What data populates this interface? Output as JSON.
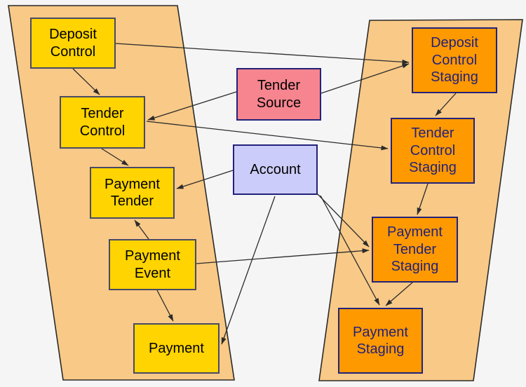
{
  "diagram": {
    "nodes": {
      "deposit_control": {
        "label": "Deposit Control",
        "type": "entity"
      },
      "tender_control": {
        "label": "Tender Control",
        "type": "entity"
      },
      "payment_tender": {
        "label": "Payment Tender",
        "type": "entity"
      },
      "payment_event": {
        "label": "Payment Event",
        "type": "entity"
      },
      "payment": {
        "label": "Payment",
        "type": "entity"
      },
      "tender_source": {
        "label": "Tender Source",
        "type": "reference"
      },
      "account": {
        "label": "Account",
        "type": "reference"
      },
      "deposit_control_staging": {
        "label": "Deposit Control Staging",
        "type": "staging"
      },
      "tender_control_staging": {
        "label": "Tender Control Staging",
        "type": "staging"
      },
      "payment_tender_staging": {
        "label": "Payment Tender Staging",
        "type": "staging"
      },
      "payment_staging": {
        "label": "Payment Staging",
        "type": "staging"
      }
    },
    "edges": [
      {
        "from": "deposit_control",
        "to": "tender_control"
      },
      {
        "from": "deposit_control",
        "to": "deposit_control_staging"
      },
      {
        "from": "tender_source",
        "to": "tender_control"
      },
      {
        "from": "tender_source",
        "to": "deposit_control_staging"
      },
      {
        "from": "tender_control",
        "to": "payment_tender"
      },
      {
        "from": "tender_control",
        "to": "tender_control_staging"
      },
      {
        "from": "account",
        "to": "payment_tender"
      },
      {
        "from": "account",
        "to": "payment"
      },
      {
        "from": "account",
        "to": "payment_tender_staging"
      },
      {
        "from": "account",
        "to": "payment_staging"
      },
      {
        "from": "payment_event",
        "to": "payment_tender"
      },
      {
        "from": "payment_event",
        "to": "payment"
      },
      {
        "from": "payment_event",
        "to": "payment_tender_staging"
      },
      {
        "from": "deposit_control_staging",
        "to": "tender_control_staging"
      },
      {
        "from": "tender_control_staging",
        "to": "payment_tender_staging"
      },
      {
        "from": "payment_tender_staging",
        "to": "payment_staging"
      }
    ],
    "colors": {
      "background": "#f5f5f5",
      "trapezoid_fill": "#f8c987",
      "entity_fill": "#ffd400",
      "staging_fill": "#ff9900",
      "tender_source_fill": "#f6858f",
      "account_fill": "#ccccfa",
      "navy": "#22227a",
      "arrow": "#2b2b2b"
    }
  }
}
